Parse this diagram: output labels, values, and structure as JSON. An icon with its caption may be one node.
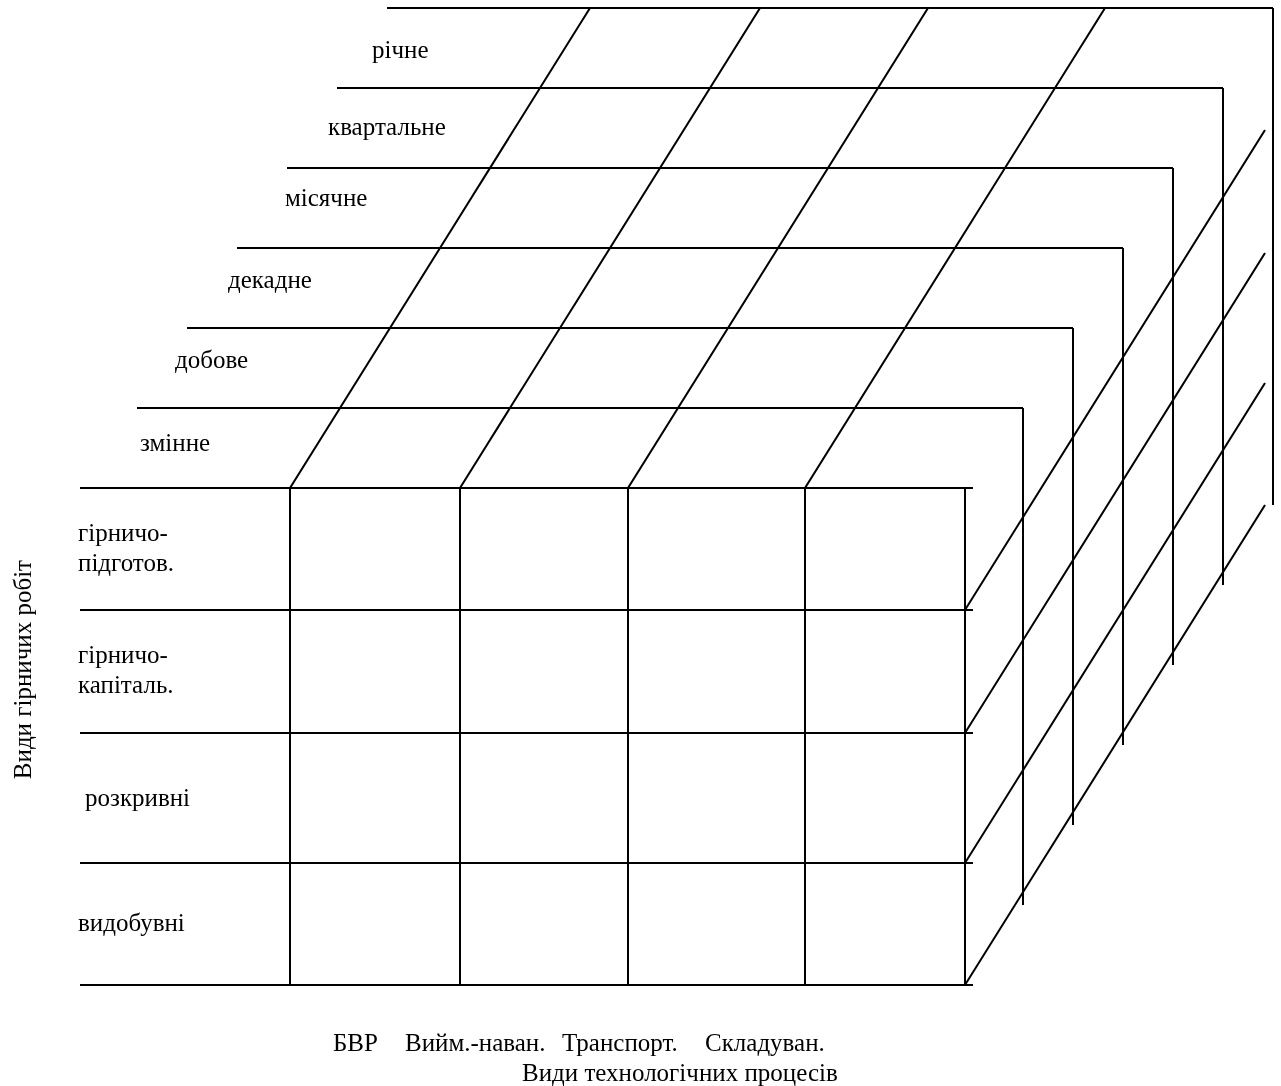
{
  "diagram": {
    "labels": [
      "річне",
      "квартальне",
      "місячне",
      "декадне",
      "добове",
      "змінне",
      "гірничо- підготов.",
      "гірничо- капіталь.",
      "розкривні",
      "видобувні",
      "Види гірничих робіт",
      "БВР",
      "Вийм.-наван.",
      "Транспорт.",
      "Складуван.",
      "Види технологічних процесів"
    ]
  }
}
